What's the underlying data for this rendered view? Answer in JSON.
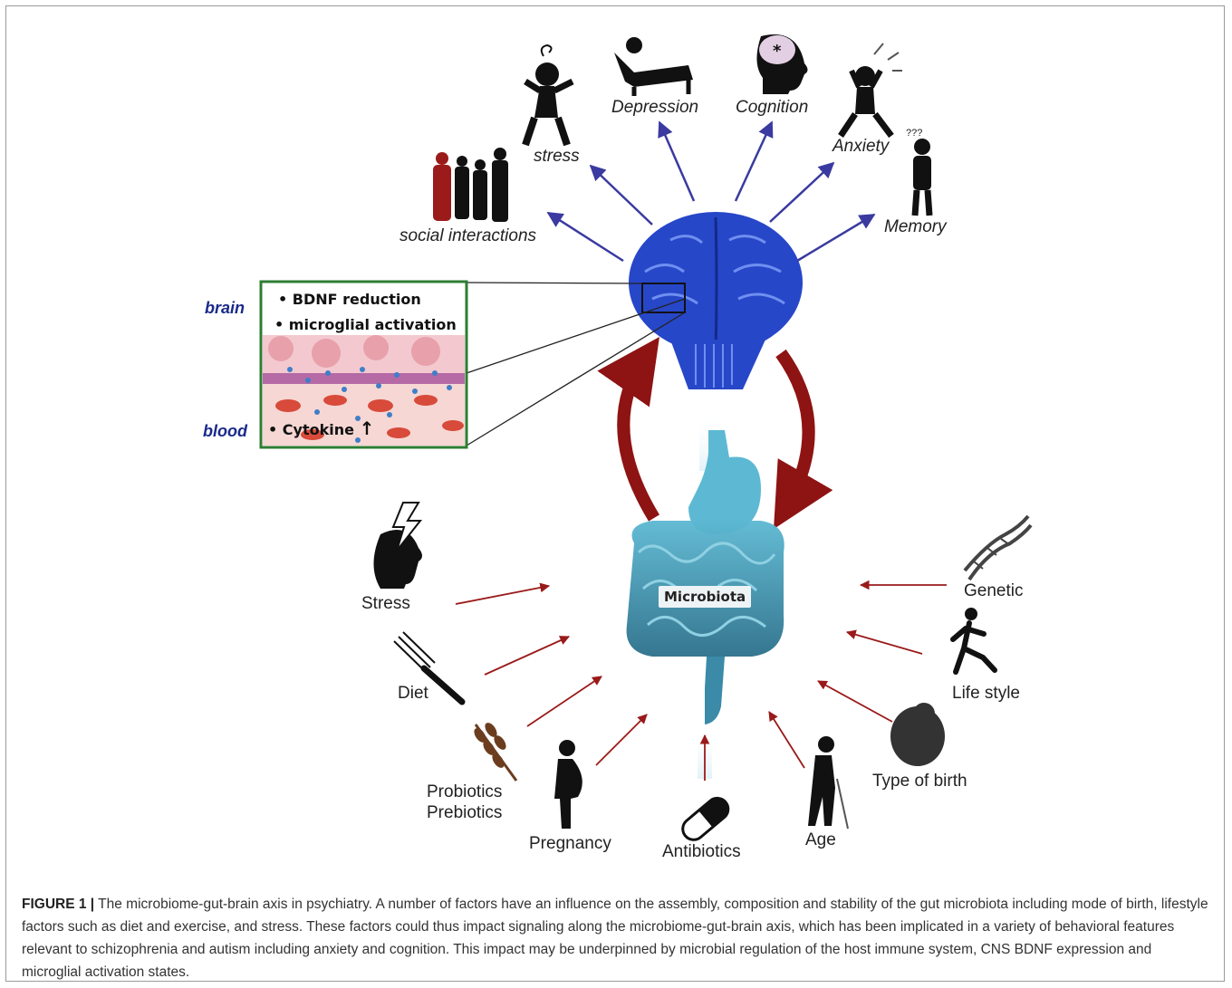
{
  "outcomes": {
    "social": "social interactions",
    "stress": "stress",
    "depression": "Depression",
    "cognition": "Cognition",
    "anxiety": "Anxiety",
    "memory": "Memory",
    "question_marks": "???"
  },
  "inset": {
    "brain_side": "brain",
    "blood_side": "blood",
    "bullet1": "• BDNF reduction",
    "bullet2": "• microglial activation",
    "bullet3": "• Cytokine"
  },
  "gut": {
    "label": "Microbiota"
  },
  "factors": {
    "stress": "Stress",
    "diet": "Diet",
    "probiotics": "Probiotics",
    "prebiotics": "Prebiotics",
    "pregnancy": "Pregnancy",
    "antibiotics": "Antibiotics",
    "age": "Age",
    "type_of_birth": "Type of birth",
    "life_style": "Life style",
    "genetic": "Genetic"
  },
  "caption": {
    "label": "FIGURE 1 |",
    "text": " The microbiome-gut-brain axis in psychiatry. A number of factors have an influence on the assembly, composition and stability of the gut microbiota including mode of birth, lifestyle factors such as diet and exercise, and stress. These factors could thus impact signaling along the microbiome-gut-brain axis, which has been implicated in a variety of behavioral features relevant to schizophrenia and autism including anxiety and cognition. This impact may be underpinned by microbial regulation of the host immune system, CNS BDNF expression and microglial activation states."
  },
  "colors": {
    "brain": "#2747c9",
    "gut": "#3a8aa8",
    "blue_arrow": "#3a3aa0",
    "red_arrow": "#9a1a1a",
    "inset_border": "#2e7d32"
  }
}
